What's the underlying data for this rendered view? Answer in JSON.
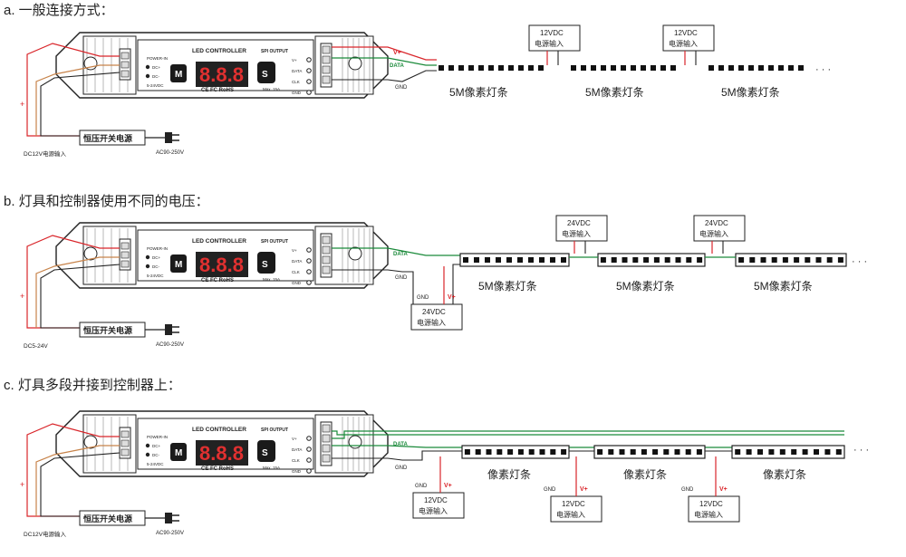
{
  "sections": [
    {
      "id": "a",
      "heading": "a. 一般连接方式：",
      "supply_label": "DC12V电源输入",
      "psu_label": "恒压开关电源",
      "ac_label": "AC90-250V",
      "strip_label": "5M像素灯条",
      "inj_line1": "12VDC",
      "inj_line2": "电源输入",
      "vplus": "V+",
      "data": "DATA",
      "gnd": "GND"
    },
    {
      "id": "b",
      "heading": "b. 灯具和控制器使用不同的电压：",
      "supply_label": "DC5-24V",
      "psu_label": "恒压开关电源",
      "ac_label": "AC90-250V",
      "strip_label": "5M像素灯条",
      "inj_line1": "24VDC",
      "inj_line2": "电源输入",
      "vplus": "V+",
      "data": "DATA",
      "gnd": "GND"
    },
    {
      "id": "c",
      "heading": "c. 灯具多段并接到控制器上：",
      "supply_label": "DC12V电源输入",
      "psu_label": "恒压开关电源",
      "ac_label": "AC90-250V",
      "strip_label": "像素灯条",
      "inj_line1": "12VDC",
      "inj_line2": "电源输入",
      "vplus": "V+",
      "data": "DATA",
      "gnd": "GND"
    }
  ],
  "controller": {
    "title": "LED CONTROLLER",
    "output": "SPI OUTPUT",
    "power_in": "POWER-IN",
    "dc_plus": "DC+",
    "dc_minus": "DC-",
    "volt": "5-24VDC",
    "btn_m": "M",
    "btn_s": "S",
    "display": "8.8.8",
    "cert": "CE FC RoHS",
    "max": "Max. 15A",
    "pins": [
      "V+",
      "DATA",
      "CLK",
      "GND"
    ]
  },
  "ellipsis": "· · ·"
}
